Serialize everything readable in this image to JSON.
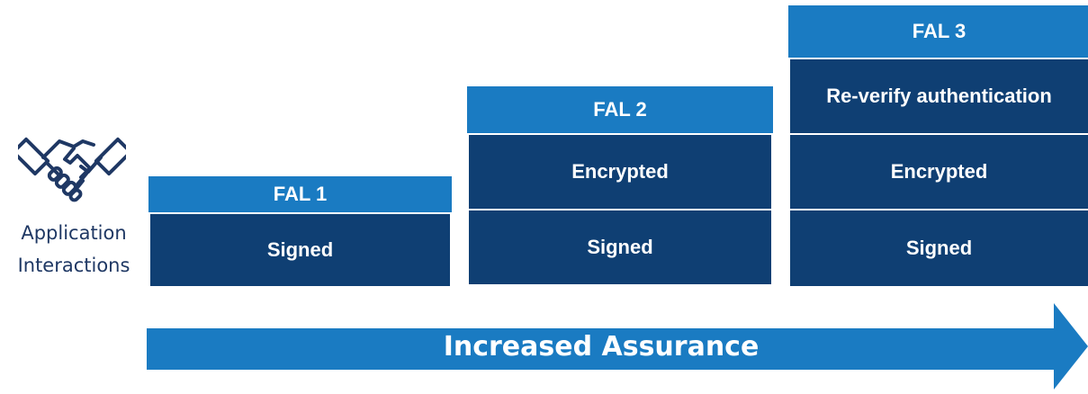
{
  "side": {
    "line1": "Application",
    "line2": "Interactions",
    "icon": "handshake-icon"
  },
  "levels": [
    {
      "title": "FAL 1",
      "items": [
        "Signed"
      ]
    },
    {
      "title": "FAL 2",
      "items": [
        "Encrypted",
        "Signed"
      ]
    },
    {
      "title": "FAL 3",
      "items": [
        "Re-verify authentication",
        "Encrypted",
        "Signed"
      ]
    }
  ],
  "arrow": {
    "label": "Increased Assurance"
  },
  "colors": {
    "header": "#1a7bc2",
    "body": "#0f3f73",
    "arrow": "#1a7bc2",
    "text_dark": "#1f3864"
  }
}
